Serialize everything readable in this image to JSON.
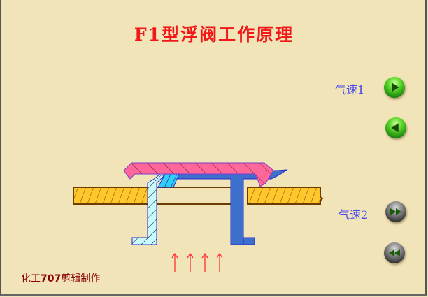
{
  "title": "F1型浮阀工作原理",
  "controls": {
    "speed1_label": "气速1",
    "speed1_play": "play-forward",
    "speed1_back": "play-back",
    "speed2_label": "气速2",
    "speed2_fastforward": "fast-forward",
    "speed2_rewind": "rewind"
  },
  "credit": {
    "prefix": "化工",
    "number": "707",
    "suffix": "剪辑制作"
  },
  "diagram": {
    "tray_color": "#ffc72c",
    "valve_cap_color": "#ff6699",
    "valve_body_color": "#3d6fcc",
    "leg_color": "#c8fbff",
    "seat_color": "#33ccff",
    "gas_arrow_color": "#ff3030",
    "gas_arrows": 4
  }
}
